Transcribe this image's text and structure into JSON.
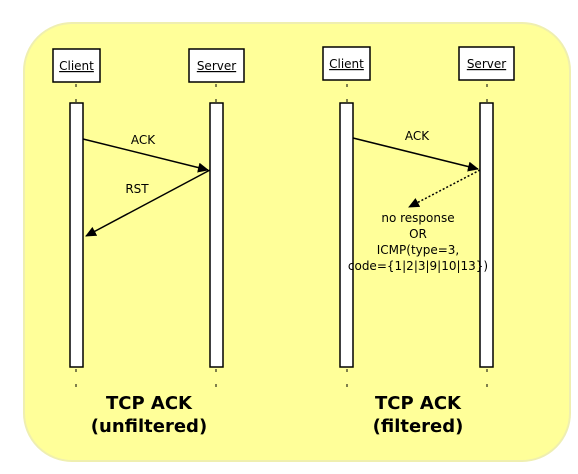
{
  "colors": {
    "panel": "#ffff99",
    "panel_edge": "#e8e8a8",
    "line": "#000000",
    "box_fill": "#ffffff"
  },
  "left": {
    "client_label": "Client",
    "server_label": "Server",
    "msg1": "ACK",
    "msg2": "RST",
    "title_line1": "TCP ACK",
    "title_line2": "(unfiltered)"
  },
  "right": {
    "client_label": "Client",
    "server_label": "Server",
    "msg1": "ACK",
    "reply_lines": [
      "no response",
      "OR",
      "ICMP(type=3,",
      "code={1|2|3|9|10|13})"
    ],
    "title_line1": "TCP ACK",
    "title_line2": "(filtered)"
  }
}
